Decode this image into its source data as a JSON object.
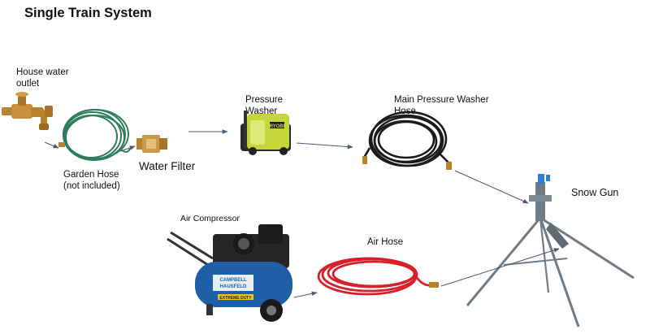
{
  "title": "Single Train System",
  "labels": {
    "house_water_outlet": "House water\noutlet",
    "garden_hose": "Garden Hose\n(not included)",
    "water_filter": "Water Filter",
    "pressure_washer": "Pressure\nWasher",
    "main_pressure_washer_hose": "Main Pressure Washer\nHose",
    "snow_gun": "Snow Gun",
    "air_compressor": "Air Compressor",
    "air_hose": "Air Hose"
  },
  "brand": {
    "compressor_line1": "CAMPBELL",
    "compressor_line2": "HAUSFELD",
    "compressor_model": "EXTREME DUTY",
    "washer_badge": "RYOBI"
  },
  "colors": {
    "brass": "#b9832d",
    "garden_hose": "#2e7d5a",
    "pw_hose": "#1b1b1b",
    "air_hose": "#d8202a",
    "washer_body": "#c5d63a",
    "compressor_tank": "#1f5fa8",
    "snow_gun": "#6f7b86",
    "snow_gun_nozzle": "#2f7fd1",
    "arrow": "#4a5a73"
  }
}
